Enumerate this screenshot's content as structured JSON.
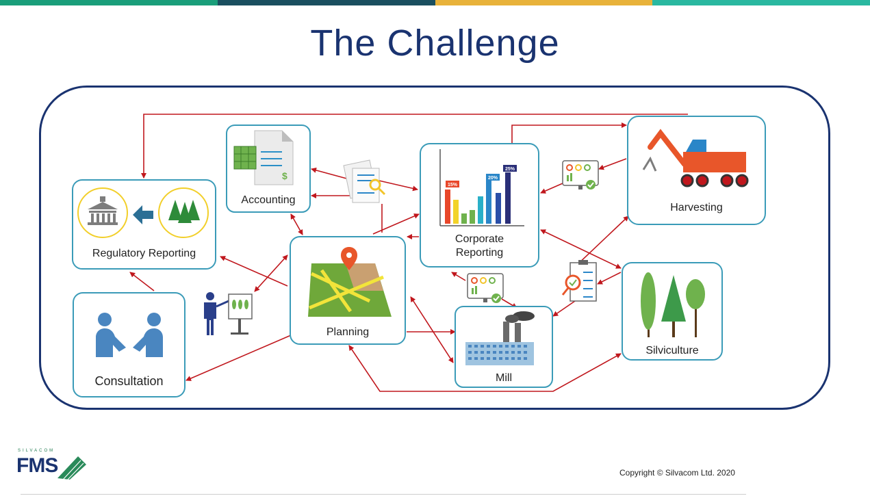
{
  "title": "The Challenge",
  "top_bar_colors": [
    "#1a9e7a",
    "#1a4f5f",
    "#e8b23a",
    "#2ab8a0"
  ],
  "colors": {
    "frame": "#1a3370",
    "box_border": "#3a9bb8",
    "arrow": "#c0171d",
    "title": "#1a3370"
  },
  "nodes": {
    "accounting": "Accounting",
    "regulatory": "Regulatory Reporting",
    "corporate_line1": "Corporate",
    "corporate_line2": "Reporting",
    "harvesting": "Harvesting",
    "planning": "Planning",
    "consultation": "Consultation",
    "mill": "Mill",
    "silviculture": "Silviculture"
  },
  "chart_labels": {
    "bar1": "15%",
    "bar2": "20%",
    "bar3": "25%"
  },
  "icons": {
    "accounting": "spreadsheet-document-icon",
    "regulatory_government": "government-building-icon",
    "regulatory_forest": "forest-icon",
    "regulatory_arrow": "left-arrow-icon",
    "corporate": "bar-chart-icon",
    "harvesting": "harvester-machine-icon",
    "planning": "map-pin-icon",
    "consultation": "handshake-icon",
    "mill": "factory-icon",
    "silviculture": "trees-icon",
    "document_search": "document-search-icon",
    "monitor_dashboard": "dashboard-monitor-icon",
    "checklist_search": "checklist-search-icon",
    "presenter": "presenter-icon"
  },
  "footer": {
    "copyright": "Copyright © Silvacom Ltd. 2020",
    "logo_top": "SILVACOM",
    "logo_main": "FMS"
  }
}
